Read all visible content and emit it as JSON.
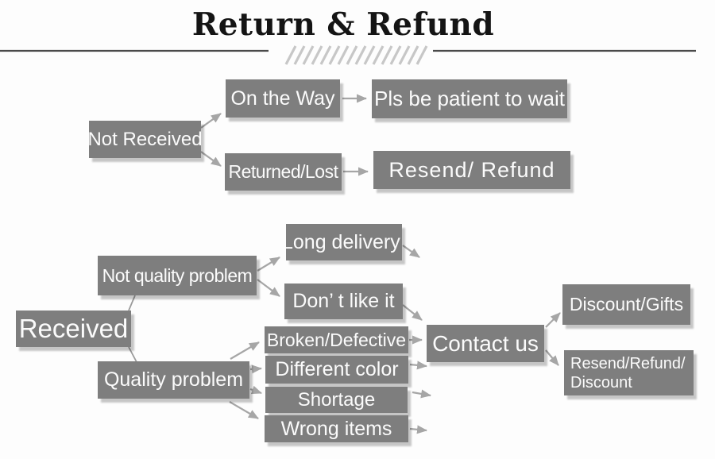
{
  "title": {
    "text": "Return & Refund"
  },
  "nodes": {
    "not_received": "Not Received",
    "on_the_way": "On the Way",
    "pls_wait": "Pls be patient to wait",
    "returned_lost": "Returned/Lost",
    "resend_refund": "Resend/ Refund",
    "received": "Received",
    "not_quality_problem": "Not quality problem",
    "long_delivery": "Long delivery",
    "dont_like_it": "Don’ t like it",
    "quality_problem": "Quality problem",
    "broken_defective": "Broken/Defective",
    "different_color": "Different color",
    "shortage": "Shortage",
    "wrong_items": "Wrong items",
    "contact_us": "Contact us",
    "discount_gifts": "Discount/Gifts",
    "resend_refund_discount": {
      "line1": "Resend/Refund/",
      "line2": "Discount"
    }
  },
  "edges": [
    {
      "from": "Not Received",
      "to": "On the Way"
    },
    {
      "from": "Not Received",
      "to": "Returned/Lost"
    },
    {
      "from": "On the Way",
      "to": "Pls be patient to wait"
    },
    {
      "from": "Returned/Lost",
      "to": "Resend/ Refund"
    },
    {
      "from": "Received",
      "to": "Not quality problem"
    },
    {
      "from": "Received",
      "to": "Quality problem"
    },
    {
      "from": "Not quality problem",
      "to": "Long delivery"
    },
    {
      "from": "Not quality problem",
      "to": "Don’ t like it"
    },
    {
      "from": "Long delivery",
      "to": "Contact us"
    },
    {
      "from": "Don’ t like it",
      "to": "Contact us"
    },
    {
      "from": "Quality problem",
      "to": "Broken/Defective"
    },
    {
      "from": "Quality problem",
      "to": "Different color"
    },
    {
      "from": "Quality problem",
      "to": "Shortage"
    },
    {
      "from": "Quality problem",
      "to": "Wrong items"
    },
    {
      "from": "Broken/Defective",
      "to": "Contact us"
    },
    {
      "from": "Different color",
      "to": "Contact us"
    },
    {
      "from": "Shortage",
      "to": "Contact us"
    },
    {
      "from": "Wrong items",
      "to": "Contact us"
    },
    {
      "from": "Contact us",
      "to": "Discount/Gifts"
    },
    {
      "from": "Contact us",
      "to": "Resend/Refund/Discount"
    }
  ],
  "colors": {
    "box_fill": "#7e7e7e",
    "box_text": "#fbfbfb",
    "arrow": "#a6a6a6",
    "divider": "#4a4a4a",
    "hatch": "#c7c7c7",
    "title_text": "#141414"
  }
}
